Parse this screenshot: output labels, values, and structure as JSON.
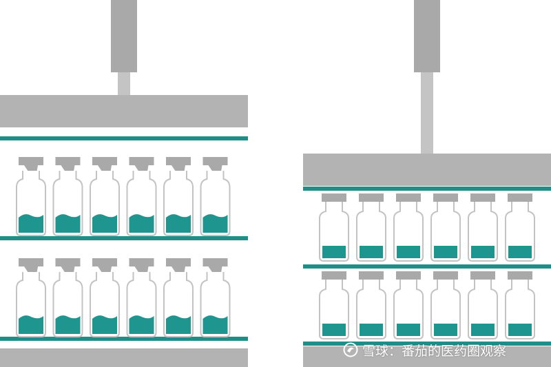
{
  "colors": {
    "press_dark": "#a9a9a9",
    "press_light": "#c4c4c4",
    "plate": "#b3b3b3",
    "shelf": "#1f8e88",
    "liquid": "#1f958f",
    "stopper": "#a9a9a9",
    "vial_outline": "#c3c3c3"
  },
  "panels": [
    {
      "state": "open",
      "rows": 2,
      "vials_per_row": 6,
      "stopper": "partially-inserted",
      "liquid": "wavy"
    },
    {
      "state": "pressed",
      "rows": 2,
      "vials_per_row": 6,
      "stopper": "fully-inserted",
      "liquid": "flat"
    }
  ],
  "watermark": {
    "icon": "snowball-logo-icon",
    "text": "雪球：番茄的医药圈观察"
  }
}
